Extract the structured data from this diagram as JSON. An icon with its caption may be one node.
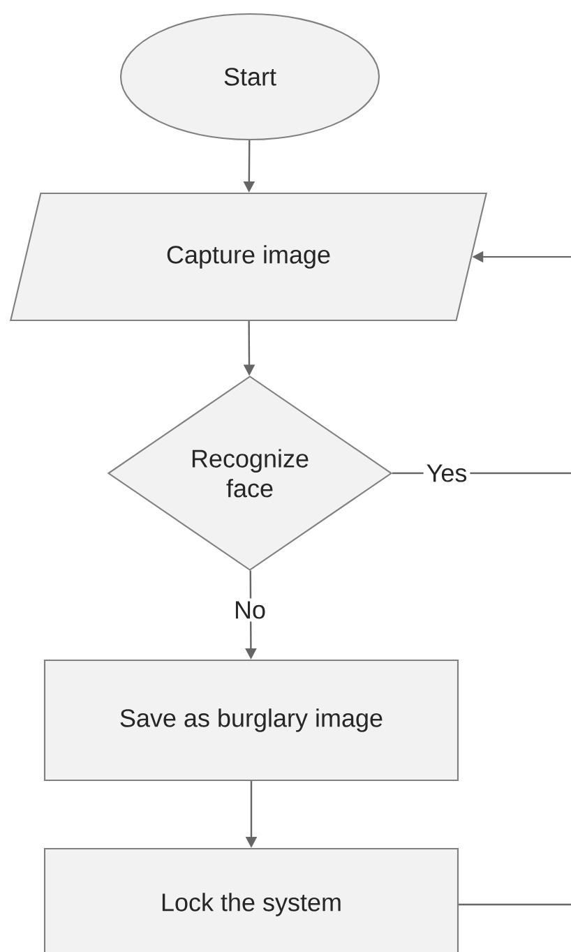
{
  "diagram": {
    "nodes": [
      {
        "text": [
          "Start"
        ]
      },
      {
        "text": [
          "Capture image"
        ]
      },
      {
        "text": [
          "Recognize face"
        ]
      },
      {
        "text": [
          "Save as burglary image"
        ]
      },
      {
        "text": [
          "Lock the system"
        ]
      }
    ],
    "edges": [
      {
        "from": 0,
        "to": 1,
        "arrow": "to"
      },
      {
        "from": 1,
        "to": 2,
        "arrow": "to"
      },
      {
        "from": 2,
        "to": null,
        "arrow": "none",
        "label": "Yes"
      },
      {
        "from": 2,
        "to": 3,
        "arrow": "to",
        "label": "No"
      },
      {
        "from": 3,
        "to": 4,
        "arrow": "to"
      },
      {
        "from": 4,
        "to": null,
        "arrow": "none"
      },
      {
        "from": null,
        "to": 1,
        "arrow": "to"
      }
    ]
  }
}
